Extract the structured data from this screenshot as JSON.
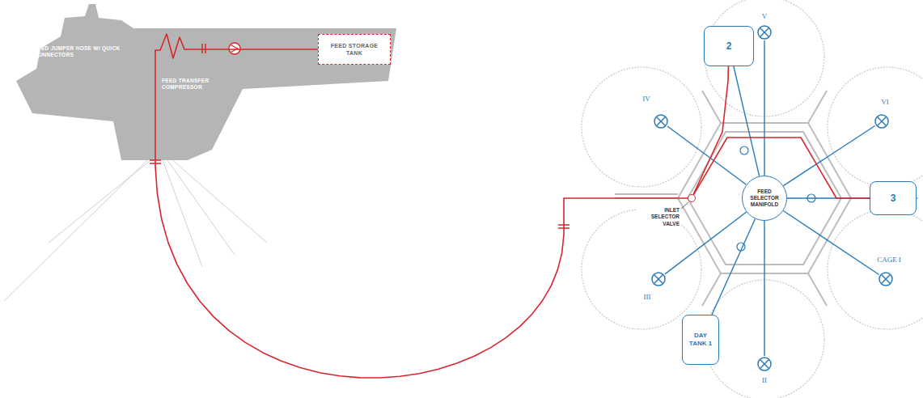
{
  "diagram": {
    "nodes": [
      {
        "text": [
          "FEED STORAGE TANK"
        ]
      },
      {
        "text": [
          "FEED SELECTOR MANIFOLD"
        ]
      },
      {
        "text": [
          "DAY TANK 1"
        ]
      },
      {
        "text": [
          "2"
        ]
      },
      {
        "text": [
          "3"
        ]
      },
      {
        "text": [
          "V"
        ]
      },
      {
        "text": [
          "VI"
        ]
      },
      {
        "text": [
          "IV"
        ]
      },
      {
        "text": [
          "III"
        ]
      },
      {
        "text": [
          "CAGE I"
        ]
      },
      {
        "text": [
          "II"
        ]
      },
      {
        "text": [
          "INLET SELECTOR VALVE"
        ]
      }
    ],
    "edges": [
      {
        "from": 1,
        "to": 5,
        "arrow": "none"
      },
      {
        "from": 1,
        "to": 6,
        "arrow": "none"
      },
      {
        "from": 1,
        "to": 7,
        "arrow": "none"
      },
      {
        "from": 1,
        "to": 8,
        "arrow": "none"
      },
      {
        "from": 1,
        "to": 9,
        "arrow": "none"
      },
      {
        "from": 1,
        "to": 10,
        "arrow": "none"
      },
      {
        "from": 2,
        "to": 1,
        "arrow": "none"
      },
      {
        "from": 3,
        "to": 1,
        "arrow": "none"
      },
      {
        "from": 4,
        "to": 1,
        "arrow": "none"
      },
      {
        "from": 0,
        "to": 11,
        "arrow": "none"
      },
      {
        "from": 11,
        "to": 3,
        "arrow": "none"
      },
      {
        "from": 11,
        "to": 4,
        "arrow": "none"
      }
    ],
    "labels": [
      "FEED JUMPER HOSE W/ QUICK CONNECTORS",
      "FEED TRANSFER COMPRESSOR"
    ]
  }
}
